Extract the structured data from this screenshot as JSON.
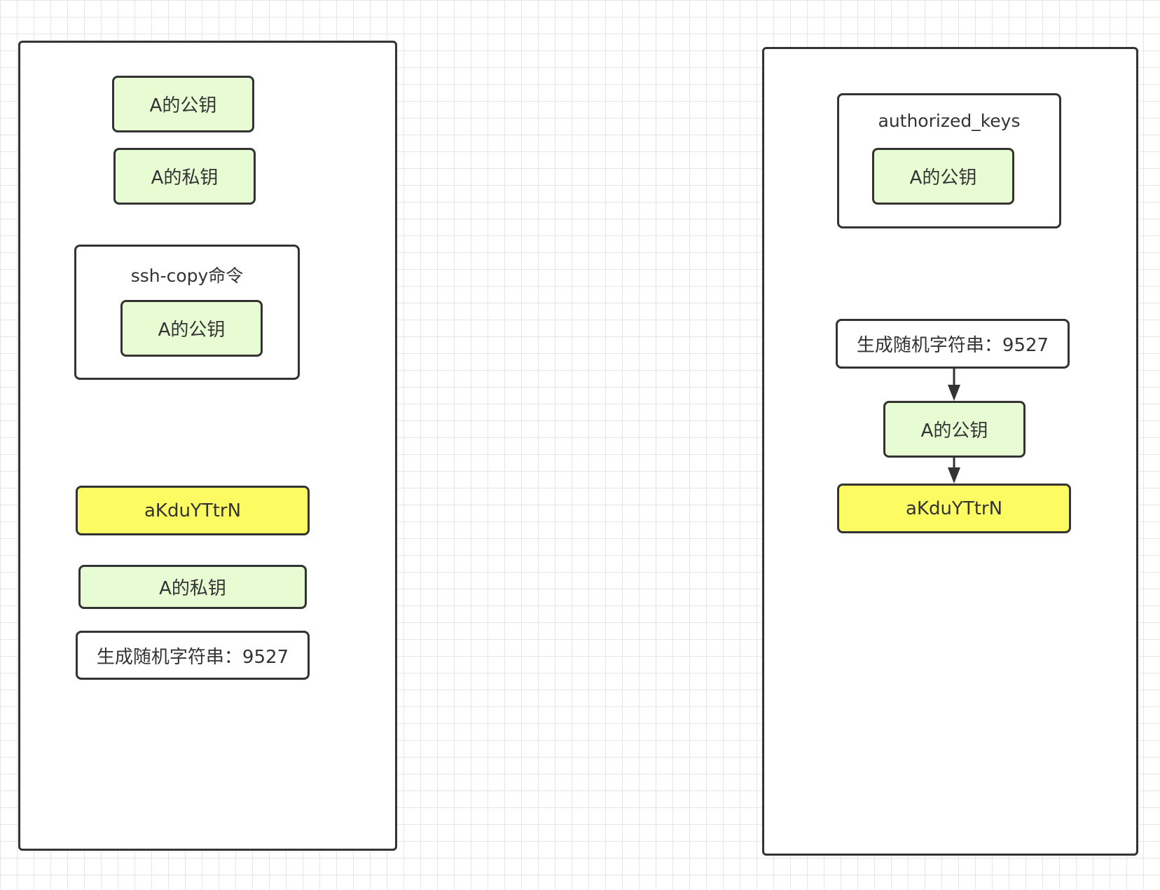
{
  "left": {
    "public_key_1": "A的公钥",
    "private_key_1": "A的私钥",
    "ssh_copy": {
      "label": "ssh-copy命令",
      "public_key": "A的公钥"
    },
    "random_cipher": "aKduYTtrN",
    "private_key_2": "A的私钥",
    "random_string": "生成随机字符串：9527"
  },
  "right": {
    "authorized_keys": {
      "label": "authorized_keys",
      "public_key": "A的公钥"
    },
    "random_string": "生成随机字符串：9527",
    "public_key": "A的公钥",
    "random_cipher": "aKduYTtrN"
  },
  "colors": {
    "key_fill": "#e8fcd4",
    "random_cipher_fill": "#fcfc62",
    "border": "#333333"
  }
}
